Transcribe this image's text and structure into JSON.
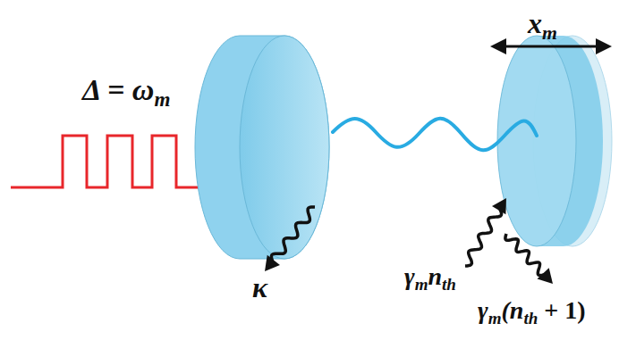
{
  "diagram": {
    "labels": [
      "Δ = ω",
      "m",
      "x",
      "m",
      "κ",
      "γ",
      "m",
      "n",
      "th",
      "γ",
      "m",
      "(n",
      "th",
      " + 1)"
    ]
  }
}
